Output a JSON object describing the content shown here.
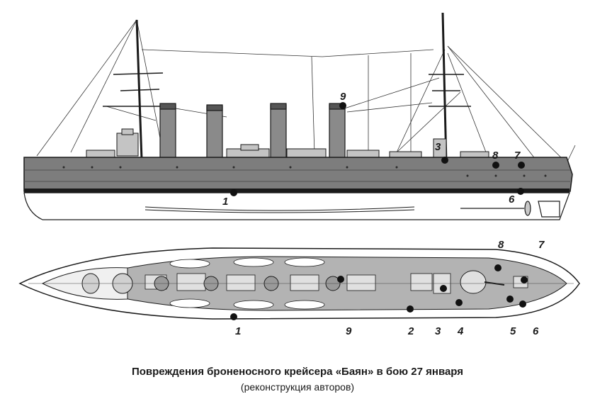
{
  "caption": {
    "title": "Повреждения броненосного крейсера «Баян» в бою 27 января",
    "subtitle": "(реконструкция авторов)"
  },
  "views": {
    "side_profile": {
      "markers": [
        {
          "id": "1",
          "label": "1"
        },
        {
          "id": "3",
          "label": "3"
        },
        {
          "id": "6",
          "label": "6"
        },
        {
          "id": "7",
          "label": "7"
        },
        {
          "id": "8",
          "label": "8"
        },
        {
          "id": "9",
          "label": "9"
        }
      ]
    },
    "top_plan": {
      "markers": [
        {
          "id": "1",
          "label": "1"
        },
        {
          "id": "2",
          "label": "2"
        },
        {
          "id": "3",
          "label": "3"
        },
        {
          "id": "4",
          "label": "4"
        },
        {
          "id": "5",
          "label": "5"
        },
        {
          "id": "6",
          "label": "6"
        },
        {
          "id": "7",
          "label": "7"
        },
        {
          "id": "8",
          "label": "8"
        },
        {
          "id": "9",
          "label": "9"
        }
      ]
    }
  },
  "colors": {
    "hull": "#7d7d7d",
    "deck": "#b3b3b3",
    "line": "#1a1a1a",
    "hit_marker": "#111111"
  }
}
